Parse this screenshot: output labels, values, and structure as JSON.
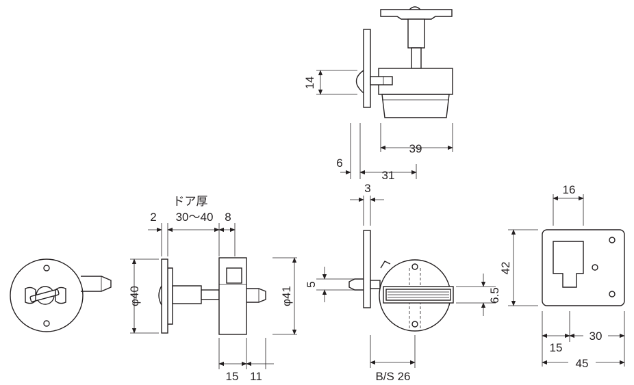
{
  "labels": {
    "door_thickness_title": "ドア厚",
    "d_2": "2",
    "d_30_40": "30〜40",
    "d_8": "8",
    "d_phi40": "φ40",
    "d_phi41": "φ41",
    "d_15_bottom": "15",
    "d_11": "11",
    "d_14": "14",
    "d_6": "6",
    "d_31": "31",
    "d_39": "39",
    "d_3": "3",
    "d_5": "5",
    "d_6_5": "6.5",
    "d_bs26": "B/S 26",
    "d_16": "16",
    "d_42": "42",
    "d_30_right": "30",
    "d_15_right": "15",
    "d_45": "45"
  },
  "colors": {
    "line": "#231f20",
    "background": "#ffffff"
  }
}
